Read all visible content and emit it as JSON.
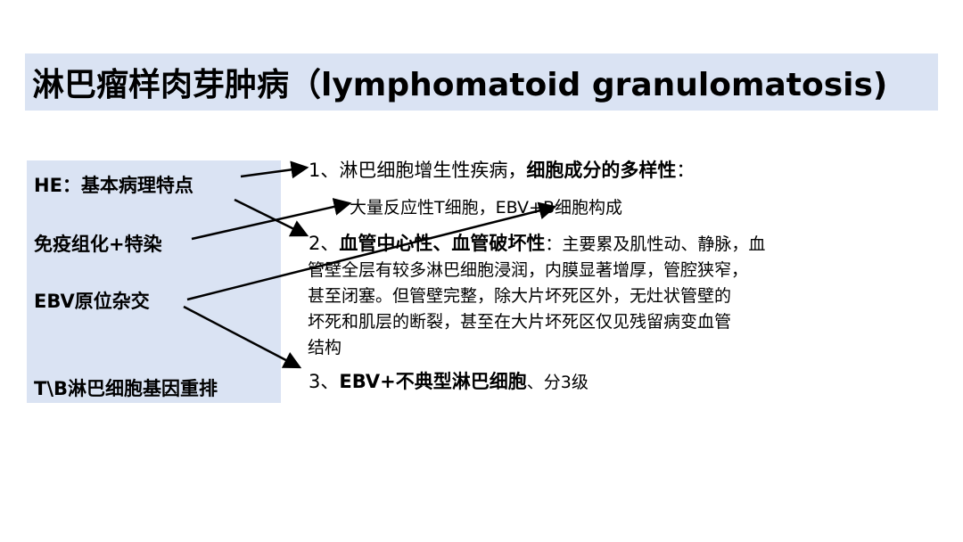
{
  "title": "淋巴瘤样肉芽肿病（lymphomatoid granulomatosis)",
  "left_labels": [
    "HE：基本病理特点",
    "免疫组化+特染",
    "EBV原位杂交",
    "T\\B淋巴细胞基因重排"
  ],
  "points": {
    "p1_prefix": "1、淋巴细胞增生性疾病，",
    "p1_bold": "细胞成分的多样性",
    "p1_colon": "：",
    "p1_sub": "大量反应性T细胞，EBV+B细胞构成",
    "p2_prefix": "2、",
    "p2_bold": "血管中心性、血管破坏性",
    "p2_first": "：主要累及肌性动、静脉，血",
    "p2_lines": [
      "管壁全层有较多淋巴细胞浸润，内膜显著增厚，管腔狭窄，",
      "甚至闭塞。但管壁完整，除大片坏死区外，无灶状管壁的",
      "坏死和肌层的断裂，甚至在大片坏死区仅见残留病变血管",
      "结构"
    ],
    "p3_prefix": "3、",
    "p3_bold": "EBV+不典型淋巴细胞",
    "p3_suffix": "、分3级"
  }
}
